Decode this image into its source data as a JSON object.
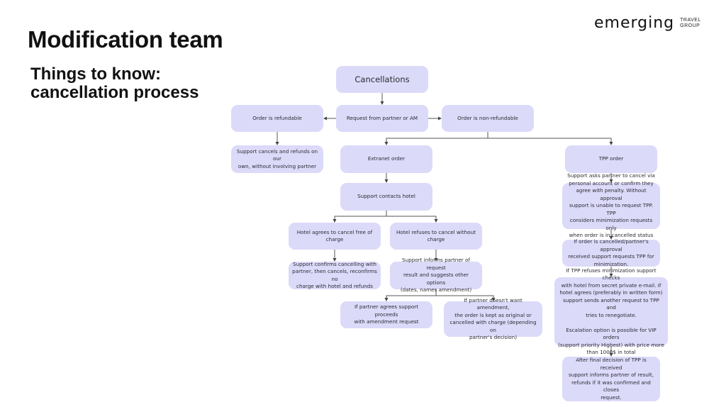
{
  "header": {
    "title": "Modification team",
    "subtitle_line1": "Things to know:",
    "subtitle_line2": "cancellation process"
  },
  "logo": {
    "word": "emerging",
    "sub_line1": "TRAVEL",
    "sub_line2": "GROUP"
  },
  "colors": {
    "box_fill": "#dcdaf9",
    "connector": "#555555"
  },
  "nodes": {
    "cancellations": "Cancellations",
    "request": "Request from partner or AM",
    "refundable": "Order is refundable",
    "non_refundable": "Order is non-refundable",
    "support_cancels": "Support cancels and refunds on our\nown, without involving partner",
    "extranet_order": "Extranet order",
    "tpp_order": "TPP order",
    "support_contacts_hotel": "Support contacts hotel",
    "hotel_agrees": "Hotel agrees to cancel free of charge",
    "hotel_refuses": "Hotel refuses to cancel without\ncharge",
    "support_confirms": "Support confirms cancelling with\npartner, then cancels, reconfirms no\ncharge with hotel and refunds",
    "support_informs": "Support informs partner of request\nresult and suggests other options\n(dates, names amendment)",
    "partner_agrees": "If partner agrees support proceeds\nwith amendment request",
    "partner_declines": "If partner doesn't want amendment,\nthe order is kept as original or\ncancelled with charge (depending on\npartner's decision)",
    "support_asks": "Support asks partner to cancel via\npersonal account or confirm they\nagree with penalty. Without approval\nsupport is unable to request TPP. TPP\nconsiders minimization requests only\nwhen order is in cancelled status",
    "order_cancelled": "If order is cancelled/partner's approval\nreceived support requests TPP for\nminimization.",
    "tpp_refuses": "If TPP refuses minimization support checks\nwith hotel from secret private e-mail. If\nhotel agrees (preferably in written form)\nsupport sends another request to TPP and\ntries to renegotiate.\n\nEscalation option is possible for VIP orders\n(support priority Highest) with price more\nthan 1000$ in total",
    "final_decision": "After final decision of TPP is received\nsupport informs partner of result,\nrefunds if it was confirmed and closes\nrequest."
  }
}
